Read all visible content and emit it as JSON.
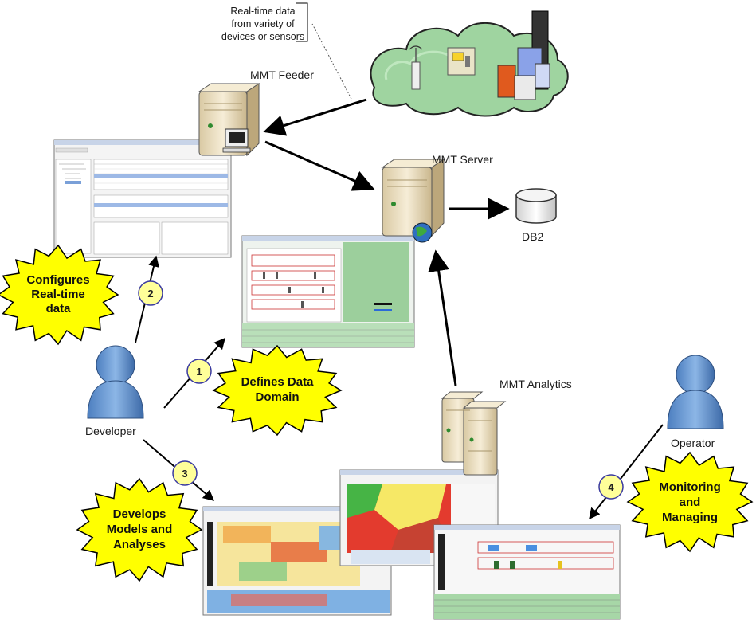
{
  "note": {
    "lines": [
      "Real-time data",
      "from variety of",
      "devices or sensors"
    ]
  },
  "nodes": {
    "feeder": "MMT Feeder",
    "server": "MMT Server",
    "db": "DB2",
    "analytics": "MMT Analytics",
    "developer": "Developer",
    "operator": "Operator"
  },
  "bursts": {
    "configures": [
      "Configures",
      "Real-time",
      "data"
    ],
    "defines": [
      "Defines Data",
      "Domain"
    ],
    "develops": [
      "Develops",
      "Models and",
      "Analyses"
    ],
    "monitoring": [
      "Monitoring",
      "and",
      "Managing"
    ]
  },
  "steps": [
    "1",
    "2",
    "3",
    "4"
  ],
  "colors": {
    "burst_fill": "#ffff00",
    "step_fill": "#ffff99",
    "step_stroke": "#3a3aa0",
    "person": "#6a9bd4",
    "server_body": "#efe3c6",
    "cloud": "#9fd4a0"
  }
}
